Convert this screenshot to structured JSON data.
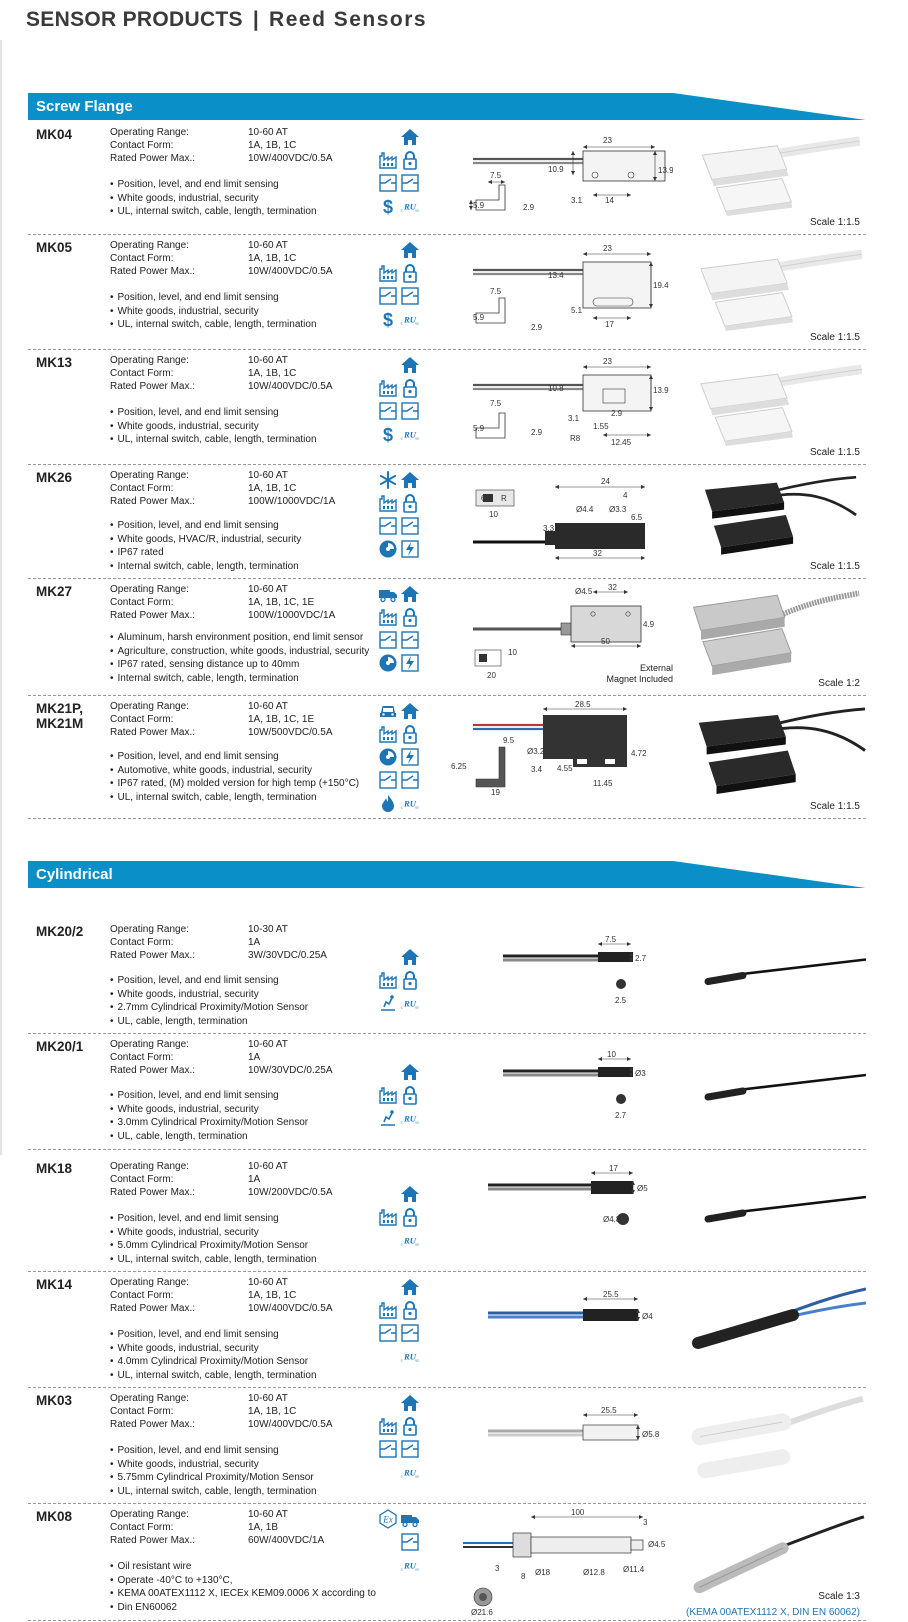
{
  "header": {
    "title": "SENSOR PRODUCTS",
    "separator": "|",
    "subtitle": "Reed Sensors"
  },
  "labels": {
    "op": "Operating Range:",
    "cf": "Contact Form:",
    "rp": "Rated Power Max.:"
  },
  "sections": [
    {
      "title": "Screw Flange"
    },
    {
      "title": "Cylindrical"
    }
  ],
  "products": [
    {
      "model": "MK04",
      "op": "10-60 AT",
      "cf": "1A, 1B, 1C",
      "rp": "10W/400VDC/0.5A",
      "bullets": [
        "Position, level, and end limit sensing",
        "White goods, industrial, security",
        "UL, internal switch, cable, length, termination"
      ],
      "scale": "Scale 1:1.5"
    },
    {
      "model": "MK05",
      "op": "10-60 AT",
      "cf": "1A, 1B, 1C",
      "rp": "10W/400VDC/0.5A",
      "bullets": [
        "Position, level, and end limit sensing",
        "White goods, industrial, security",
        "UL, internal switch, cable, length, termination"
      ],
      "scale": "Scale 1:1.5"
    },
    {
      "model": "MK13",
      "op": "10-60 AT",
      "cf": "1A, 1B, 1C",
      "rp": "10W/400VDC/0.5A",
      "bullets": [
        "Position, level, and end limit sensing",
        "White goods, industrial, security",
        "UL, internal switch, cable, length, termination"
      ],
      "scale": "Scale 1:1.5"
    },
    {
      "model": "MK26",
      "op": "10-60 AT",
      "cf": "1A, 1B, 1C",
      "rp": "100W/1000VDC/1A",
      "bullets": [
        "Position, level, and end limit sensing",
        "White goods, HVAC/R, industrial, security",
        "IP67 rated",
        "Internal switch, cable, length, termination"
      ],
      "scale": "Scale 1:1.5"
    },
    {
      "model": "MK27",
      "op": "10-60 AT",
      "cf": "1A, 1B, 1C, 1E",
      "rp": "100W/1000VDC/1A",
      "bullets": [
        "Aluminum, harsh environment position, end limit sensor",
        "Agriculture, construction, white goods, industrial, security",
        "IP67 rated, sensing distance up to 40mm",
        "Internal switch, cable, length, termination"
      ],
      "scale": "Scale 1:2",
      "note1": "External",
      "note2": "Magnet Included"
    },
    {
      "model": "MK21P,",
      "model2": "MK21M",
      "op": "10-60 AT",
      "cf": "1A, 1B, 1C, 1E",
      "rp": "10W/500VDC/0.5A",
      "bullets": [
        "Position, level, and end limit sensing",
        "Automotive, white goods, industrial, security",
        "IP67 rated, (M) molded version for high temp (+150°C)",
        "UL, internal switch, cable, length, termination"
      ],
      "scale": "Scale 1:1.5"
    },
    {
      "model": "MK20/2",
      "op": "10-30 AT",
      "cf": "1A",
      "rp": "3W/30VDC/0.25A",
      "bullets": [
        "Position, level, and end limit sensing",
        "White goods, industrial, security",
        "2.7mm Cylindrical Proximity/Motion Sensor",
        "UL, cable, length, termination"
      ]
    },
    {
      "model": "MK20/1",
      "op": "10-60 AT",
      "cf": "1A",
      "rp": "10W/30VDC/0.25A",
      "bullets": [
        "Position, level, and end limit sensing",
        "White goods, industrial, security",
        "3.0mm Cylindrical Proximity/Motion Sensor",
        "UL, cable, length, termination"
      ]
    },
    {
      "model": "MK18",
      "op": "10-60 AT",
      "cf": "1A",
      "rp": "10W/200VDC/0.5A",
      "bullets": [
        "Position, level, and end limit sensing",
        "White goods, industrial, security",
        "5.0mm Cylindrical Proximity/Motion Sensor",
        "UL, internal switch, cable, length, termination"
      ]
    },
    {
      "model": "MK14",
      "op": "10-60 AT",
      "cf": "1A, 1B, 1C",
      "rp": "10W/400VDC/0.5A",
      "bullets": [
        "Position, level, and end limit sensing",
        "White goods, industrial, security",
        "4.0mm Cylindrical Proximity/Motion Sensor",
        "UL, internal switch, cable, length, termination"
      ]
    },
    {
      "model": "MK03",
      "op": "10-60 AT",
      "cf": "1A, 1B, 1C",
      "rp": "10W/400VDC/0.5A",
      "bullets": [
        "Position, level, and end limit sensing",
        "White goods, industrial, security",
        "5.75mm Cylindrical Proximity/Motion Sensor",
        "UL, internal switch, cable, length, termination"
      ]
    },
    {
      "model": "MK08",
      "op": "10-60 AT",
      "cf": "1A, 1B",
      "rp": "60W/400VDC/1A",
      "bullets": [
        "Oil resistant wire",
        "Operate -40°C to +130°C,",
        "KEMA 00ATEX1112 X, IECEx KEM09.0006 X according to",
        "Din EN60062"
      ],
      "scale": "Scale 1:3",
      "kema": "(KEMA 00ATEX1112 X, DIN EN 60062)"
    }
  ],
  "icon_names": [
    "home-icon",
    "industrial-icon",
    "lock-icon",
    "switch-icon",
    "dollar-icon",
    "ul-icon",
    "snowflake-icon",
    "truck-icon",
    "hvac-icon",
    "warning-icon",
    "car-icon",
    "fire-icon",
    "motion-icon",
    "ex-icon"
  ],
  "colors": {
    "accent": "#0a8fc8",
    "icon": "#1d75b5"
  }
}
